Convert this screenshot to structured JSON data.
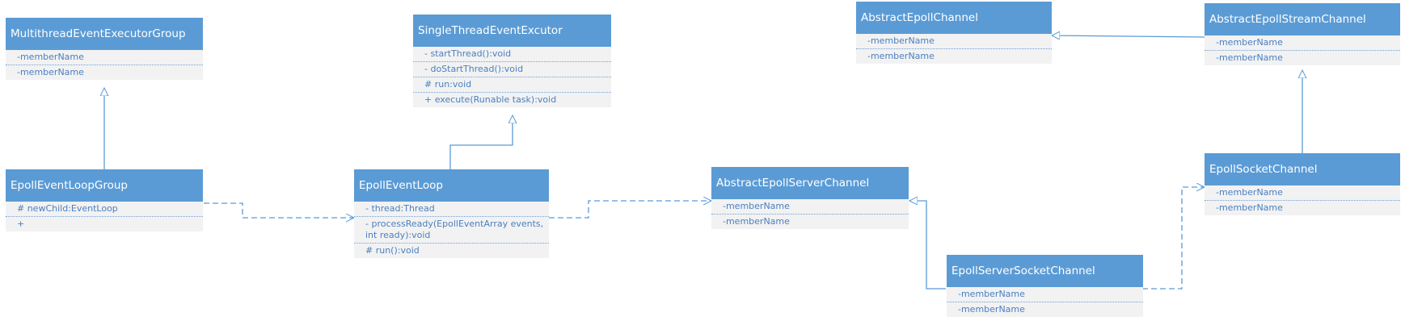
{
  "classes": [
    {
      "id": "multithread-event-executor-group",
      "title": "MultithreadEventExecutorGroup",
      "members": [
        "-memberName",
        "-memberName"
      ]
    },
    {
      "id": "single-thread-event-excutor",
      "title": "SingleThreadEventExcutor",
      "members": [
        "- startThread():void",
        "- doStartThread():void",
        "# run:void",
        "+ execute(Runable task):void"
      ]
    },
    {
      "id": "abstract-epoll-channel",
      "title": "AbstractEpollChannel",
      "members": [
        "-memberName",
        "-memberName"
      ]
    },
    {
      "id": "abstract-epoll-stream-channel",
      "title": "AbstractEpollStreamChannel",
      "members": [
        "-memberName",
        "-memberName"
      ]
    },
    {
      "id": "epoll-event-loop-group",
      "title": "EpollEventLoopGroup",
      "members": [
        "# newChild:EventLoop",
        "+"
      ]
    },
    {
      "id": "epoll-event-loop",
      "title": "EpollEventLoop",
      "members": [
        "- thread:Thread",
        "- processReady(EpollEventArray events, int ready):void",
        "# run():void"
      ]
    },
    {
      "id": "abstract-epoll-server-channel",
      "title": "AbstractEpollServerChannel",
      "members": [
        "-memberName",
        "-memberName"
      ]
    },
    {
      "id": "epoll-socket-channel",
      "title": "EpollSocketChannel",
      "members": [
        "-memberName",
        "-memberName"
      ]
    },
    {
      "id": "epoll-server-socket-channel",
      "title": "EpollServerSocketChannel",
      "members": [
        "-memberName",
        "-memberName"
      ]
    }
  ],
  "relations": [
    {
      "from": "EpollEventLoopGroup",
      "to": "MultithreadEventExecutorGroup",
      "type": "generalization"
    },
    {
      "from": "EpollEventLoop",
      "to": "SingleThreadEventExcutor",
      "type": "generalization"
    },
    {
      "from": "EpollEventLoopGroup",
      "to": "EpollEventLoop",
      "type": "dependency"
    },
    {
      "from": "EpollEventLoop",
      "to": "AbstractEpollServerChannel",
      "type": "dependency"
    },
    {
      "from": "EpollServerSocketChannel",
      "to": "AbstractEpollServerChannel",
      "type": "generalization"
    },
    {
      "from": "EpollServerSocketChannel",
      "to": "EpollSocketChannel",
      "type": "dependency"
    },
    {
      "from": "EpollSocketChannel",
      "to": "AbstractEpollStreamChannel",
      "type": "generalization"
    },
    {
      "from": "AbstractEpollStreamChannel",
      "to": "AbstractEpollChannel",
      "type": "generalization"
    }
  ],
  "colors": {
    "header": "#5b9bd5",
    "body": "#f2f2f2",
    "member_text": "#4a7fc0",
    "line": "#5b9bd5"
  }
}
